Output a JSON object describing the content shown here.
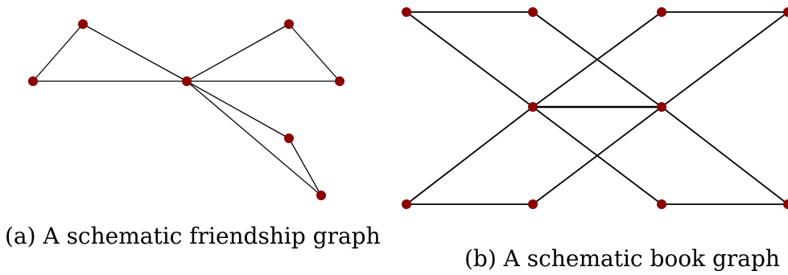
{
  "figures": [
    {
      "id": "a",
      "caption": "(a) A schematic friendship graph",
      "node_color": "#8b0000",
      "edge_color": "#000000"
    },
    {
      "id": "b",
      "caption": "(b) A schematic book graph",
      "node_color": "#8b0000",
      "edge_color": "#000000"
    }
  ]
}
